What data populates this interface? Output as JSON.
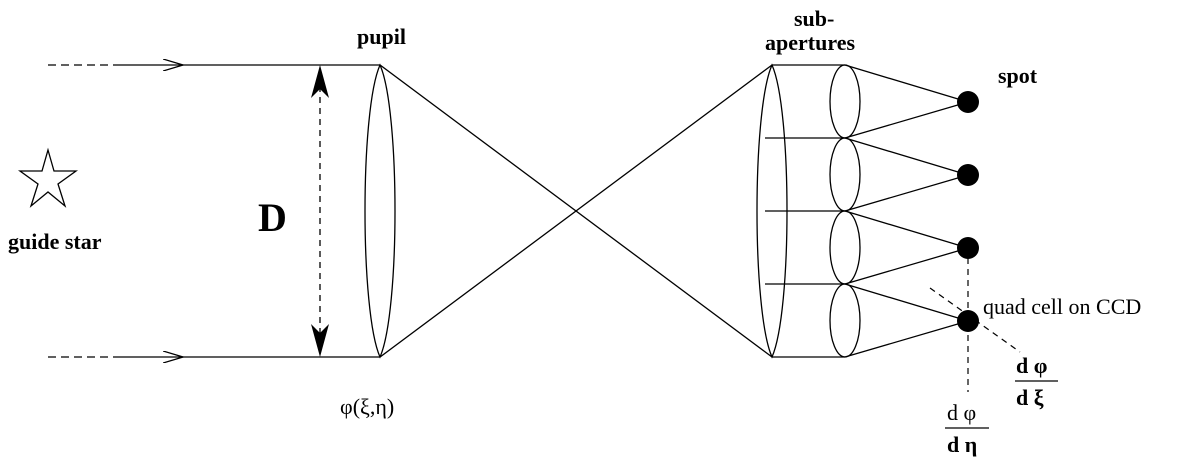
{
  "labels": {
    "pupil": "pupil",
    "subapertures_1": "sub-",
    "subapertures_2": "apertures",
    "spot": "spot",
    "diameter": "D",
    "guide_star": "guide star",
    "phase": "φ(ξ,η)",
    "quad_cell": "quad cell on CCD",
    "dphi_dxi_num": "d φ",
    "dphi_dxi_den": "d ξ",
    "dphi_deta_num": "d φ",
    "dphi_deta_den": "d η"
  },
  "colors": {
    "ink": "#000000",
    "background": "#ffffff"
  },
  "subaperture_count": 4,
  "spot_count": 4
}
